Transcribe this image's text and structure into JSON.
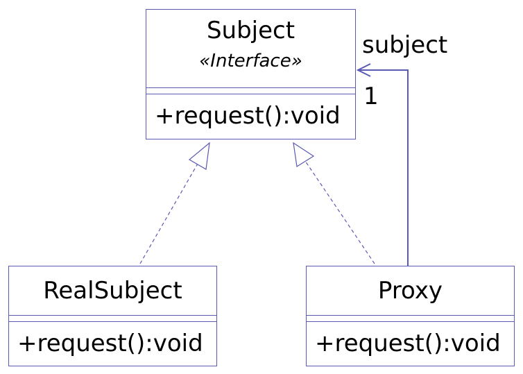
{
  "subject": {
    "name": "Subject",
    "stereotype": "«Interface»",
    "operation": "+request():void"
  },
  "real_subject": {
    "name": "RealSubject",
    "operation": "+request():void"
  },
  "proxy": {
    "name": "Proxy",
    "operation": "+request():void"
  },
  "association": {
    "role": "subject",
    "multiplicity": "1"
  },
  "colors": {
    "line": "#5a5ab4",
    "text": "#000000",
    "background": "#ffffff"
  }
}
